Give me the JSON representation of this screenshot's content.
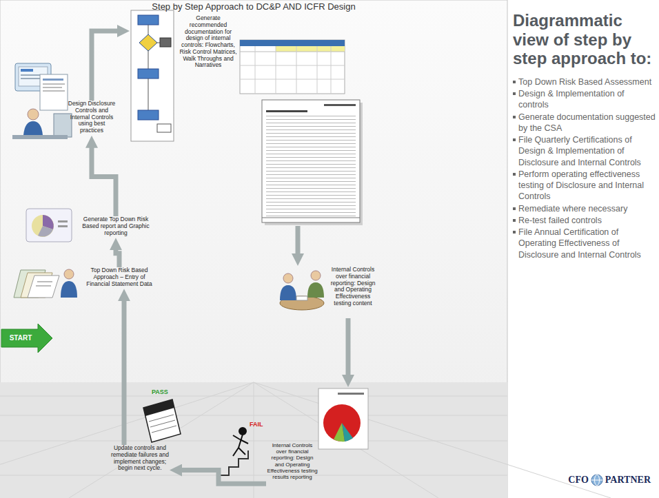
{
  "diagram": {
    "title": "Step by Step Approach to DC&P AND ICFR Design",
    "nodes": [
      {
        "text": [
          "Top Down Risk Based Approach – Entry of Financial Statement Data"
        ]
      },
      {
        "text": [
          "Generate Top Down Risk Based report and Graphic reporting"
        ]
      },
      {
        "text": [
          "Design Disclosure Controls and Internal Controls using best practices"
        ]
      },
      {
        "text": [
          "Generate recommended documentation for design of internal controls: Flowcharts, Risk Control Matrices, Walk Throughs and Narratives"
        ]
      },
      {
        "text": [
          "Internal Controls over financial reporting: Design and Operating Effectiveness testing content"
        ]
      },
      {
        "text": [
          "Internal Controls over financial reporting: Design and Operating Effectiveness testing results reporting"
        ]
      },
      {
        "text": [
          "Update controls and remediate failures and implement changes; begin next cycle."
        ]
      }
    ],
    "edges": [
      {
        "from": 0,
        "to": 1,
        "arrow": "to"
      },
      {
        "from": 1,
        "to": 2,
        "arrow": "to"
      },
      {
        "from": 2,
        "to": 3,
        "arrow": "to"
      },
      {
        "from": 3,
        "to": 4,
        "arrow": "to"
      },
      {
        "from": 4,
        "to": 5,
        "arrow": "to"
      },
      {
        "from": 5,
        "to": 6,
        "arrow": "to"
      },
      {
        "from": 6,
        "to": 0,
        "arrow": "to"
      }
    ],
    "labels": [
      "START",
      "PASS",
      "FAIL",
      "Diagrammatic view of step by step approach to:",
      "Top Down Risk Based Assessment",
      "Design & Implementation of controls",
      "Generate documentation suggested by the CSA",
      "File Quarterly Certifications of Design & Implementation of Disclosure and Internal Controls",
      "Perform operating effectiveness testing of Disclosure and Internal Controls",
      "Remediate where necessary",
      "Re-test failed controls",
      "File Annual Certification of Operating Effectiveness of Disclosure and Internal Controls",
      "CFO",
      "PARTNER"
    ]
  }
}
